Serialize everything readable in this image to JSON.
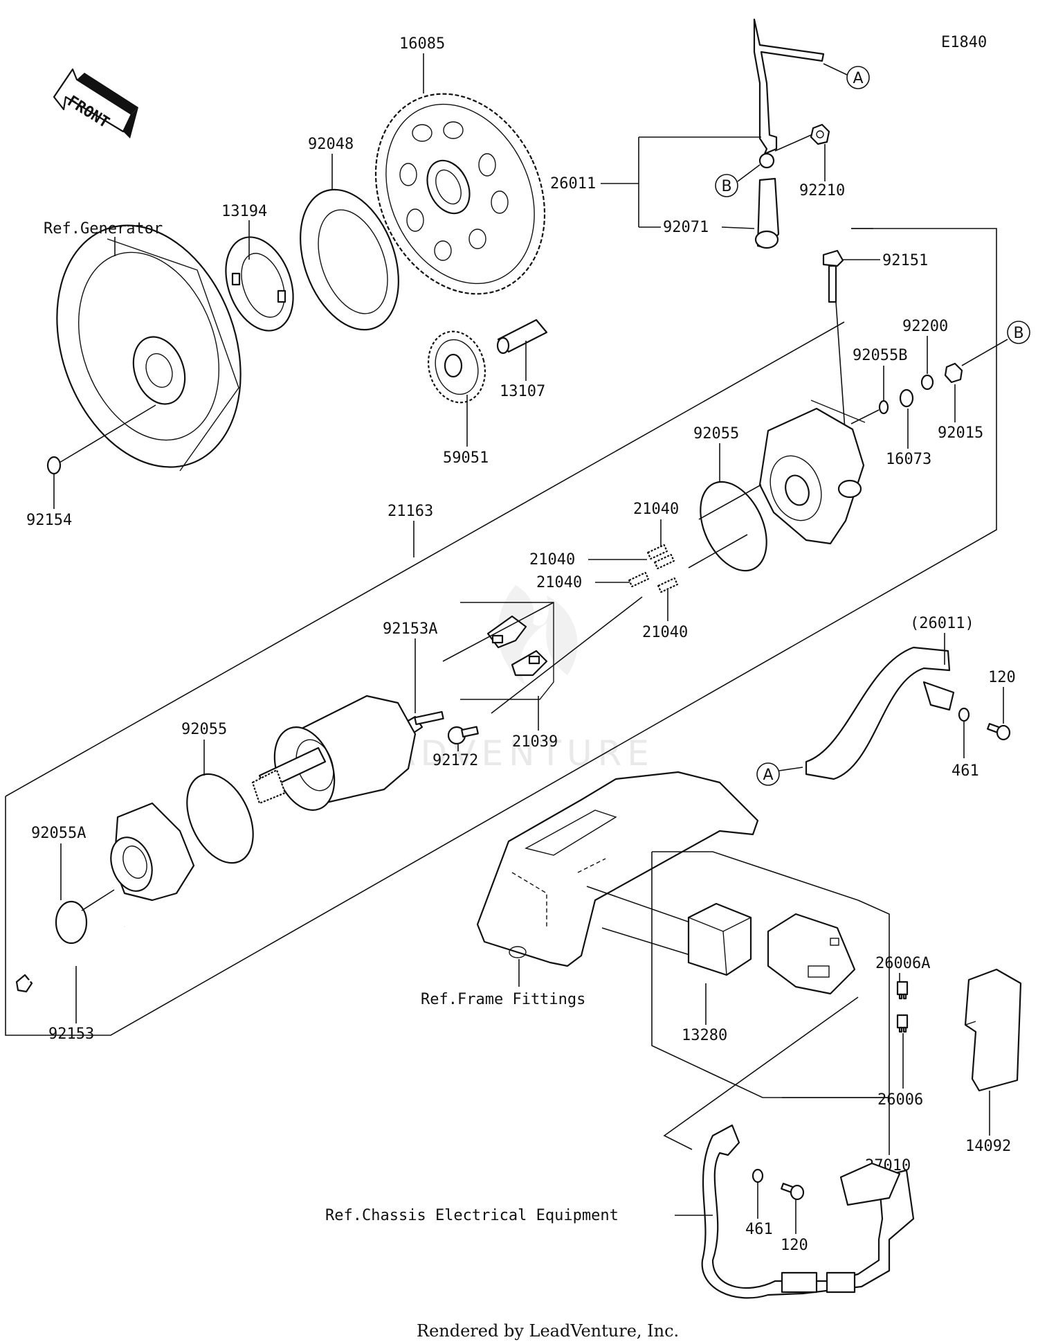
{
  "diagram_code": "E1840",
  "front_label": "FRONT",
  "watermark": "LEADVENTURE",
  "footer": "Rendered by LeadVenture, Inc.",
  "ref_labels": {
    "generator": "Ref.Generator",
    "frame_fittings": "Ref.Frame Fittings",
    "chassis": "Ref.Chassis Electrical Equipment"
  },
  "connectors": {
    "a": "A",
    "b": "B"
  },
  "parts": {
    "p16085": "16085",
    "p92048": "92048",
    "p13194": "13194",
    "p13107": "13107",
    "p59051": "59051",
    "p92154": "92154",
    "p26011": "26011",
    "p92210": "92210",
    "p92071": "92071",
    "p92151": "92151",
    "p92200": "92200",
    "p92055B": "92055B",
    "p92015": "92015",
    "p16073": "16073",
    "p92055_top": "92055",
    "p21163": "21163",
    "p21040_a": "21040",
    "p21040_b": "21040",
    "p21040_c": "21040",
    "p21040_d": "21040",
    "p92153A": "92153A",
    "p21039": "21039",
    "p92172": "92172",
    "p92055_mid": "92055",
    "p92055A": "92055A",
    "p92153": "92153",
    "p26011_paren": "(26011)",
    "p120_top": "120",
    "p461_top": "461",
    "p13280": "13280",
    "p26006A": "26006A",
    "p26006": "26006",
    "p14092": "14092",
    "p27010": "27010",
    "p461_bot": "461",
    "p120_bot": "120"
  }
}
